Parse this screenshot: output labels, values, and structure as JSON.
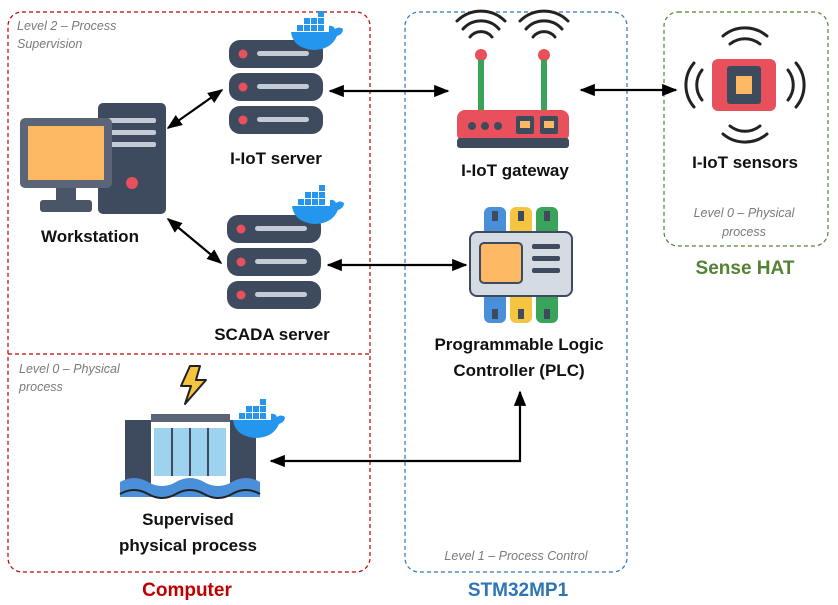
{
  "groups": {
    "computer": {
      "label": "Computer",
      "color": "#c00000"
    },
    "stm32": {
      "label": "STM32MP1",
      "color": "#2e75b6"
    },
    "sense_hat": {
      "label": "Sense HAT",
      "color": "#548235"
    }
  },
  "levels": {
    "computer_level2_line1": "Level 2 – Process",
    "computer_level2_line2": "Supervision",
    "computer_level0_line1": "Level 0 – Physical",
    "computer_level0_line2": "process",
    "stm32_level1": "Level 1 – Process Control",
    "sense_level0_line1": "Level 0 – Physical",
    "sense_level0_line2": "process"
  },
  "nodes": {
    "workstation": "Workstation",
    "iiot_server": "I-IoT server",
    "scada_server": "SCADA server",
    "iiot_gateway": "I-IoT gateway",
    "iiot_sensors": "I-IoT sensors",
    "plc_line1": "Programmable Logic",
    "plc_line2": "Controller (PLC)",
    "process_line1": "Supervised",
    "process_line2": "physical process"
  },
  "icons": {
    "docker": "docker-whale-icon",
    "server": "server-rack-icon",
    "workstation": "desktop-computer-icon",
    "gateway": "wifi-router-icon",
    "sensor": "chip-sensor-icon",
    "plc": "plc-module-icon",
    "process": "dam-water-icon",
    "lightning": "lightning-bolt-icon"
  }
}
